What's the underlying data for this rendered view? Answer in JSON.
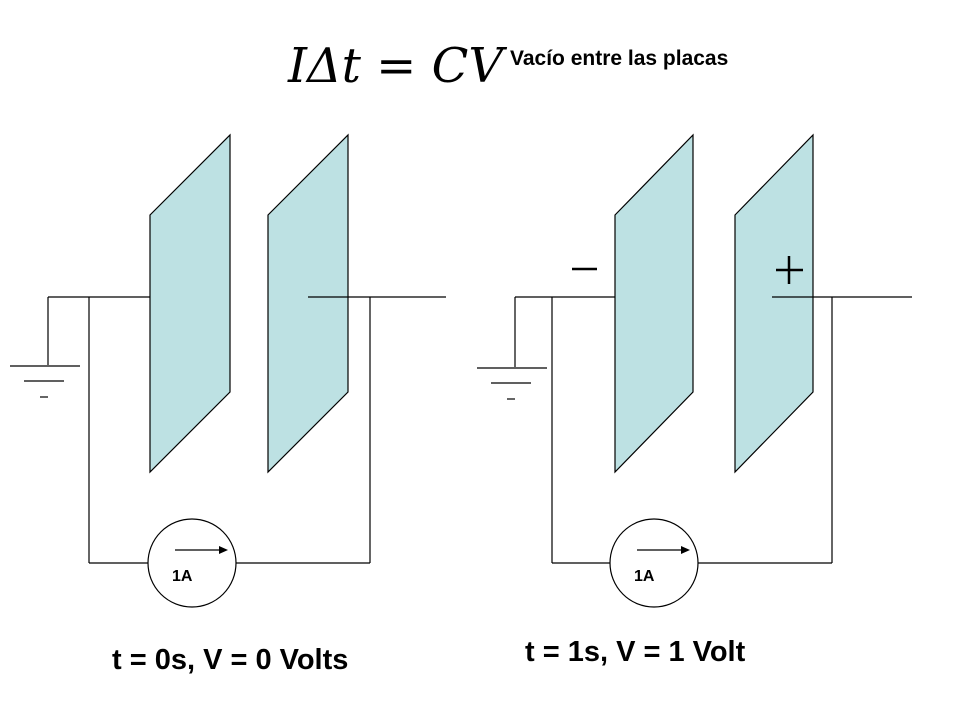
{
  "formula": "IΔt = CV",
  "subtitle": "Vacío entre las placas",
  "left_circuit": {
    "meter_label": "1A",
    "caption": "t = 0s, V = 0 Volts"
  },
  "right_circuit": {
    "meter_label": "1A",
    "caption": "t = 1s, V = 1 Volt",
    "left_plate_sign": "−",
    "right_plate_sign": "+"
  },
  "colors": {
    "plate_fill": "#bde1e3",
    "line": "#000000"
  }
}
